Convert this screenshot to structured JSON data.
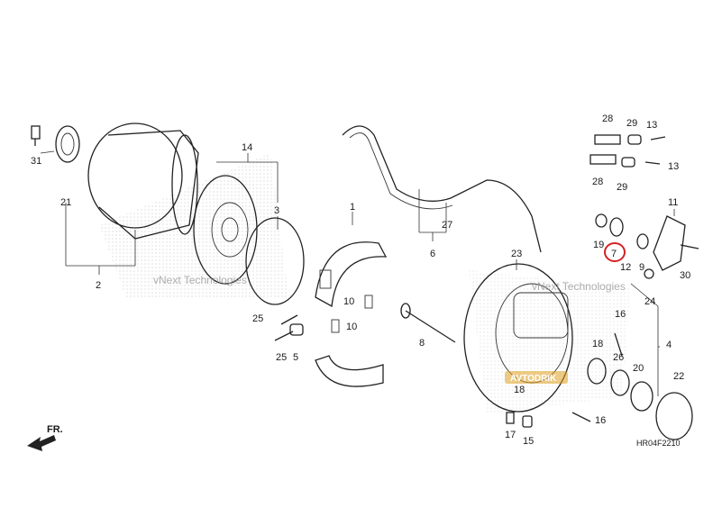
{
  "diagram": {
    "code": "HR04F2210",
    "direction_label": "FR.",
    "watermarks": [
      "vNext Technologies",
      "vNext Technologies"
    ],
    "logo_text": "AVTODRIK",
    "highlight_color": "#d32020",
    "accent_color": "#e0a020",
    "labels": {
      "l1": "1",
      "l2": "2",
      "l3": "3",
      "l4": "4",
      "l5": "5",
      "l6": "6",
      "l7": "7",
      "l8": "8",
      "l9": "9",
      "l10a": "10",
      "l10b": "10",
      "l11": "11",
      "l12": "12",
      "l13a": "13",
      "l13b": "13",
      "l14": "14",
      "l15": "15",
      "l16a": "16",
      "l16b": "16",
      "l17": "17",
      "l18a": "18",
      "l18b": "18",
      "l19": "19",
      "l20": "20",
      "l21": "21",
      "l22": "22",
      "l23": "23",
      "l24": "24",
      "l25a": "25",
      "l25b": "25",
      "l26": "26",
      "l27": "27",
      "l28a": "28",
      "l28b": "28",
      "l29a": "29",
      "l29b": "29",
      "l30": "30",
      "l31": "31"
    }
  }
}
